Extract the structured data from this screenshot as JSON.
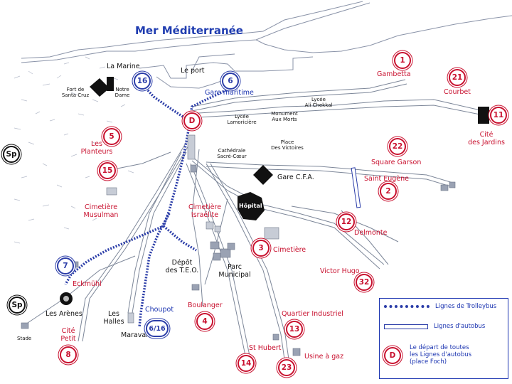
{
  "title": "Mer Méditerranée",
  "labels": {
    "la_marine": "La Marine",
    "le_port": "Le port",
    "gambetta": "Gambetta",
    "courbet": "Courbet",
    "gare_maritime": "Gare maritime",
    "fort": "Fort de\nSanta Cruz",
    "notre_dame": "Notre\nDame",
    "lycee_lamoriciere": "Lycée\nLamoricière",
    "monument_aux_morts": "Monument\nAux Morts",
    "lycee_ali_chekkal": "Lycée\nAli Chekkal",
    "place_des_victoires": "Place\nDes Victoires",
    "cite_des_jardins": "Cité\ndes Jardins",
    "les_planteurs": "Les\nPlanteurs",
    "cathedrale": "Cathédrale\nSacré-Cœur",
    "square_garson": "Square Garson",
    "saint_eugene": "Saint Eugène",
    "gare_cfa": "Gare C.F.A.",
    "cimetiere_musulman": "Cimetière\nMusulman",
    "cimetiere_israelite": "Cimetière\nIsraélite",
    "hopital": "Hôpital",
    "delmonte": "Delmonte",
    "cimetiere": "Cimetière",
    "depot_teo": "Dépôt\ndes T.E.O.",
    "parc_municipal": "Parc\nMunicipal",
    "victor_hugo": "Victor Hugo",
    "eckmuhl": "Eckmühl",
    "les_arenes": "Les Arènes",
    "les_halles": "Les\nHalles",
    "choupot": "Choupot",
    "maraval": "Maraval",
    "boulanger": "Boulanger",
    "quartier_industriel": "Quartier Industriel",
    "cite_petit": "Cité\nPetit",
    "stade": "Stade",
    "st_hubert": "St Hubert",
    "usine_a_gaz": "Usine à gaz"
  },
  "badges": {
    "b1": "1",
    "b21": "21",
    "b11": "11",
    "b16": "16",
    "b6": "6",
    "bD": "D",
    "b5": "5",
    "b15": "15",
    "b22": "22",
    "b2": "2",
    "b12": "12",
    "b3": "3",
    "b32": "32",
    "b7": "7",
    "b4": "4",
    "b13": "13",
    "b14": "14",
    "b23": "23",
    "b8": "8",
    "b616": "6/16",
    "sp1": "Sp",
    "sp2": "Sp"
  },
  "legend": {
    "trolley": "Lignes de Trolleybus",
    "bus": "Lignes d'autobus",
    "d_badge": "D",
    "d_text": "Le départ de toutes\nles Lignes d'autobus\n(place Foch)"
  }
}
